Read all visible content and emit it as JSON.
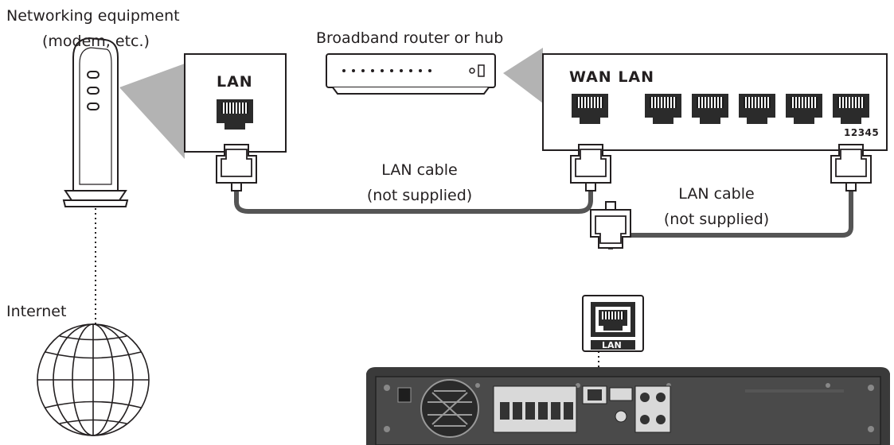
{
  "labels": {
    "networking_equipment_line1": "Networking equipment",
    "networking_equipment_line2": "(modem, etc.)",
    "router": "Broadband router or hub",
    "modem_port": "LAN",
    "router_ports": "WAN LAN",
    "port_numbers": "12345",
    "cable1_line1": "LAN cable",
    "cable1_line2": "(not supplied)",
    "cable2_line1": "LAN cable",
    "cable2_line2": "(not supplied)",
    "internet": "Internet",
    "device_port": "LAN"
  },
  "colors": {
    "line": "#231f20",
    "callout": "#b3b3b3",
    "cable": "#555555",
    "device_body": "#3a3a3a"
  }
}
